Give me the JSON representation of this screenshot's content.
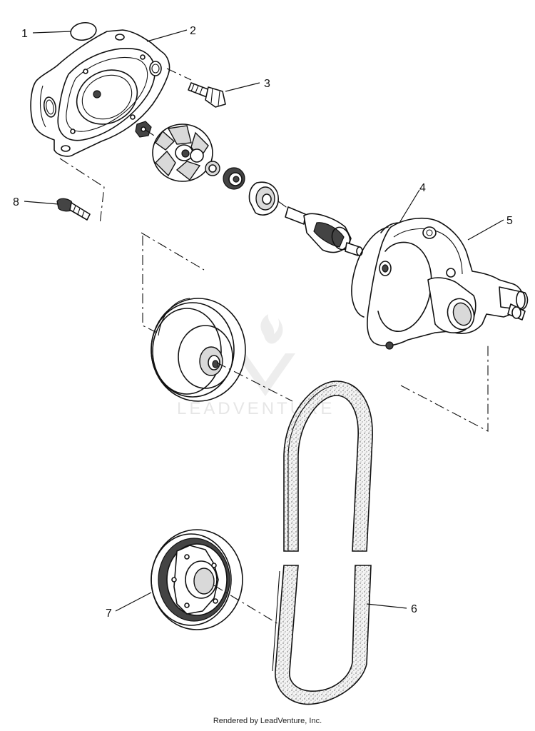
{
  "callouts": [
    {
      "id": "callout-1",
      "label": "1"
    },
    {
      "id": "callout-2",
      "label": "2"
    },
    {
      "id": "callout-3",
      "label": "3"
    },
    {
      "id": "callout-4",
      "label": "4"
    },
    {
      "id": "callout-5",
      "label": "5"
    },
    {
      "id": "callout-6",
      "label": "6"
    },
    {
      "id": "callout-7",
      "label": "7"
    },
    {
      "id": "callout-8",
      "label": "8"
    }
  ],
  "watermark": {
    "text": "LEADVENTURE"
  },
  "footer": {
    "text": "Rendered by LeadVenture, Inc."
  }
}
